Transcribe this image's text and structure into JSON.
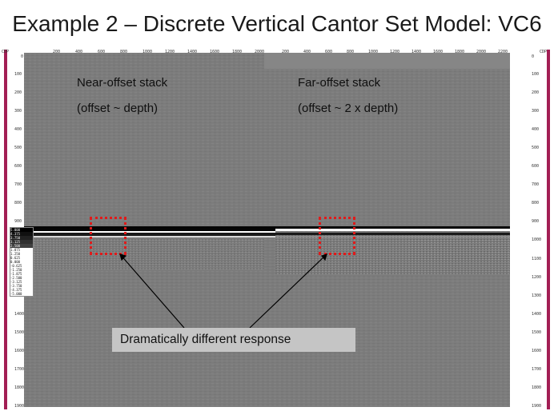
{
  "slide": {
    "title": "Example 2 – Discrete Vertical Cantor Set Model: VC6",
    "left_label": "Near-offset stack",
    "left_sub": "(offset ~ depth)",
    "right_label": "Far-offset stack",
    "right_sub": "(offset ~ 2 x depth)",
    "callout": "Dramatically different response"
  },
  "ruler": {
    "corner_left": "CDP",
    "corner_right": "CDP",
    "zero": "0",
    "depth_ticks": [
      "100",
      "200",
      "300",
      "400",
      "500",
      "600",
      "700",
      "800",
      "900",
      "1000",
      "1100",
      "1200",
      "1300",
      "1400",
      "1500",
      "1600",
      "1700",
      "1800",
      "1900"
    ],
    "top_ticks_left": [
      "200",
      "400",
      "600",
      "800",
      "1000",
      "1200",
      "1400",
      "1600",
      "1800",
      "2000"
    ],
    "top_ticks_right": [
      "200",
      "400",
      "600",
      "800",
      "1000",
      "1200",
      "1400",
      "1600",
      "1800",
      "2000",
      "2200"
    ]
  },
  "legend": [
    "5.000",
    "4.375",
    "3.750",
    "3.125",
    "2.500",
    "1.875",
    "1.250",
    "0.625",
    "0.000",
    "-0.625",
    "-1.250",
    "-1.875",
    "-2.500",
    "-3.125",
    "-3.750",
    "-4.375",
    "-5.000"
  ],
  "colors": {
    "accent_bar": "#a21e54",
    "box": "#e01a1a",
    "panel": "#7c7c7c"
  }
}
